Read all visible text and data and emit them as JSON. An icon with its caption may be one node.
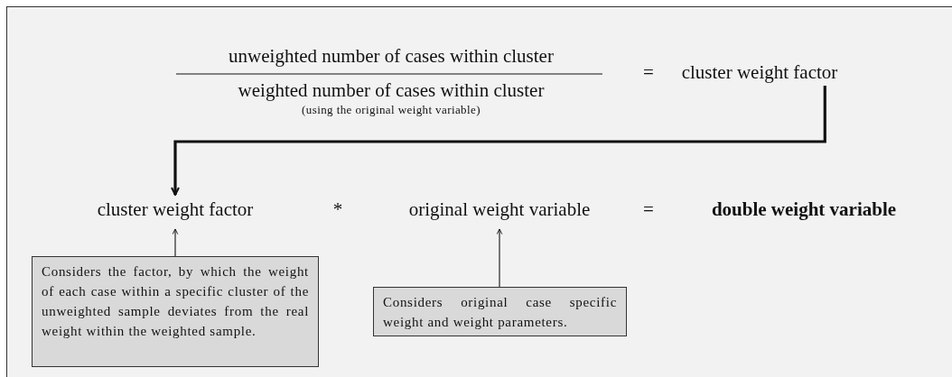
{
  "diagram": {
    "nodes": [
      {
        "text": [
          "cluster weight factor"
        ]
      },
      {
        "text": [
          "cluster weight factor"
        ]
      },
      {
        "text": [
          "original weight variable"
        ]
      },
      {
        "text": [
          "double weight variable"
        ]
      },
      {
        "text": [
          "Considers the factor, by which the weight of each case within a specific cluster of the unweighted sample deviates from the real weight within the weighted sample."
        ]
      },
      {
        "text": [
          "Considers original case specific weight and weight parameters."
        ]
      }
    ],
    "edges": [
      {
        "from": 0,
        "to": 1,
        "arrow": "to",
        "style": "thick"
      },
      {
        "from": 4,
        "to": 1,
        "arrow": "to"
      },
      {
        "from": 5,
        "to": 2,
        "arrow": "to"
      }
    ],
    "labels": [
      "unweighted number of cases within cluster",
      "weighted number of cases within cluster",
      "(using the original weight variable)",
      "=",
      "*",
      "="
    ]
  }
}
